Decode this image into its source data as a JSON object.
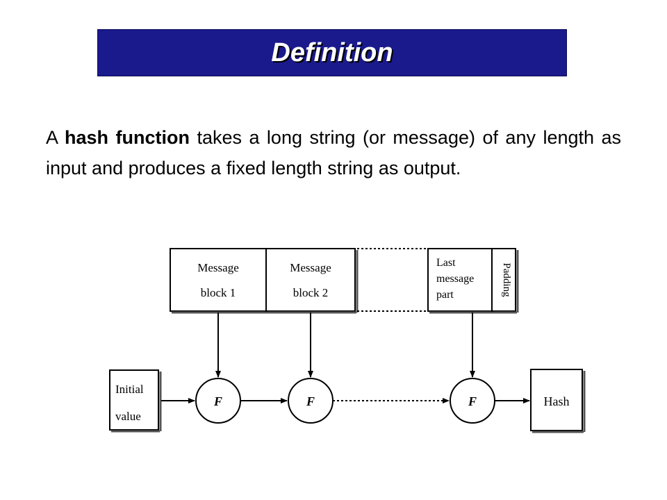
{
  "slide": {
    "title": "Definition",
    "paragraph": {
      "prefix": "A ",
      "term": "hash function",
      "rest": " takes a long string (or message) of any length as input and produces a fixed length string as output."
    }
  },
  "diagram": {
    "blocks": {
      "block1": [
        "Message",
        "block 1"
      ],
      "block2": [
        "Message",
        "block 2"
      ],
      "last": [
        "Last",
        "message",
        "part"
      ],
      "padding": "Padding"
    },
    "initial": [
      "Initial",
      "value"
    ],
    "function_label": "F",
    "output": "Hash"
  }
}
